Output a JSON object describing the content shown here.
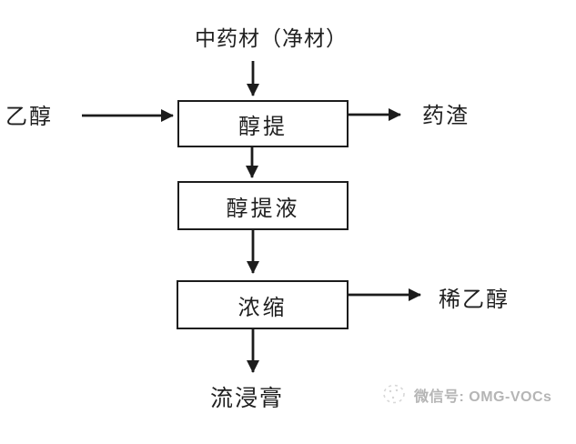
{
  "flowchart": {
    "title": "中药材（净材）",
    "boxes": [
      {
        "label": "醇提"
      },
      {
        "label": "醇提液"
      },
      {
        "label": "浓缩"
      }
    ],
    "side_labels": {
      "ethanol_in": "乙醇",
      "residue_out": "药渣",
      "dilute_ethanol_out": "稀乙醇",
      "final_product": "流浸膏"
    },
    "edges": [
      {
        "from": "中药材（净材）",
        "to": "醇提"
      },
      {
        "from": "乙醇",
        "to": "醇提"
      },
      {
        "from": "醇提",
        "to": "药渣"
      },
      {
        "from": "醇提",
        "to": "醇提液"
      },
      {
        "from": "醇提液",
        "to": "浓缩"
      },
      {
        "from": "浓缩",
        "to": "稀乙醇"
      },
      {
        "from": "浓缩",
        "to": "流浸膏"
      }
    ]
  },
  "watermark": {
    "label": "微信号: OMG-VOCs"
  },
  "colors": {
    "line": "#1c1c1c",
    "text": "#1f1f1f",
    "watermark_text": "#b5b5b5",
    "background": "#ffffff"
  }
}
